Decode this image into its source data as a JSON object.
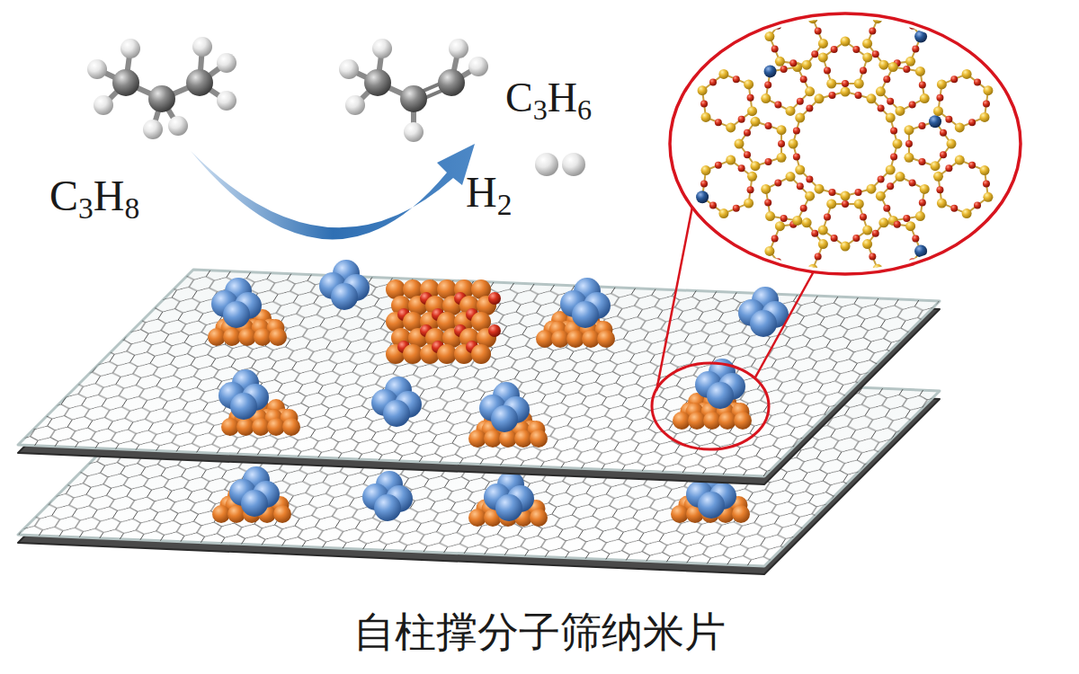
{
  "diagram": {
    "caption": "自柱撑分子筛纳米片",
    "labels": [
      "C3H8",
      "C3H6",
      "H2"
    ]
  }
}
